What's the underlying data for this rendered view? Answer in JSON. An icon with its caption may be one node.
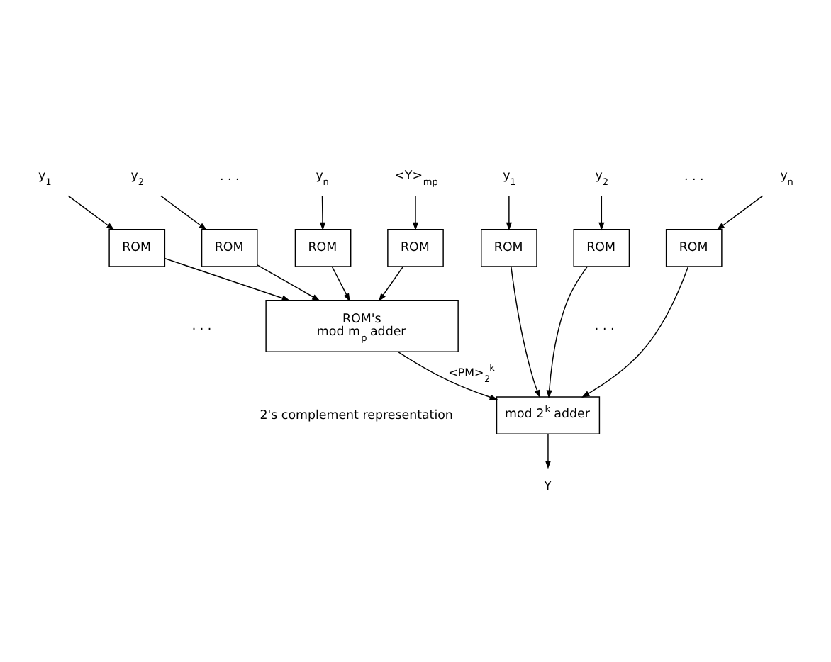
{
  "diagram": {
    "nodes": [
      {
        "text": [
          "y$_{1}$"
        ]
      },
      {
        "text": [
          "y$_{2}$"
        ]
      },
      {
        "text": [
          "y$_{n}$"
        ]
      },
      {
        "text": [
          "<Y>$_{mp}$"
        ]
      },
      {
        "text": [
          "y$_{1}$"
        ]
      },
      {
        "text": [
          "y$_{2}$"
        ]
      },
      {
        "text": [
          "y$_{n}$"
        ]
      },
      {
        "text": [
          "ROM"
        ]
      },
      {
        "text": [
          "ROM"
        ]
      },
      {
        "text": [
          "ROM"
        ]
      },
      {
        "text": [
          "ROM"
        ]
      },
      {
        "text": [
          "ROM"
        ]
      },
      {
        "text": [
          "ROM"
        ]
      },
      {
        "text": [
          "ROM"
        ]
      },
      {
        "text": [
          "ROM's",
          "mod m$_{p}$ adder"
        ]
      },
      {
        "text": [
          "mod 2$^{k}$ adder"
        ]
      },
      {
        "text": [
          "Y"
        ]
      }
    ],
    "edges": [
      {
        "from": 0,
        "to": 7,
        "arrow": "to"
      },
      {
        "from": 1,
        "to": 8,
        "arrow": "to"
      },
      {
        "from": 2,
        "to": 9,
        "arrow": "to"
      },
      {
        "from": 3,
        "to": 10,
        "arrow": "to"
      },
      {
        "from": 4,
        "to": 11,
        "arrow": "to"
      },
      {
        "from": 5,
        "to": 12,
        "arrow": "to"
      },
      {
        "from": 6,
        "to": 13,
        "arrow": "to"
      },
      {
        "from": 7,
        "to": 14,
        "arrow": "to"
      },
      {
        "from": 8,
        "to": 14,
        "arrow": "to"
      },
      {
        "from": 9,
        "to": 14,
        "arrow": "to"
      },
      {
        "from": 10,
        "to": 14,
        "arrow": "to"
      },
      {
        "from": 11,
        "to": 15,
        "arrow": "to"
      },
      {
        "from": 12,
        "to": 15,
        "arrow": "to"
      },
      {
        "from": 13,
        "to": 15,
        "arrow": "to"
      },
      {
        "from": 14,
        "to": 15,
        "label": "<PM>$_{2}$$^{k}$",
        "arrow": "to"
      },
      {
        "from": 15,
        "to": 16,
        "arrow": "to"
      }
    ],
    "labels": [
      ". . .",
      ". . .",
      ". . .",
      ". . .",
      "2's complement representation"
    ]
  }
}
